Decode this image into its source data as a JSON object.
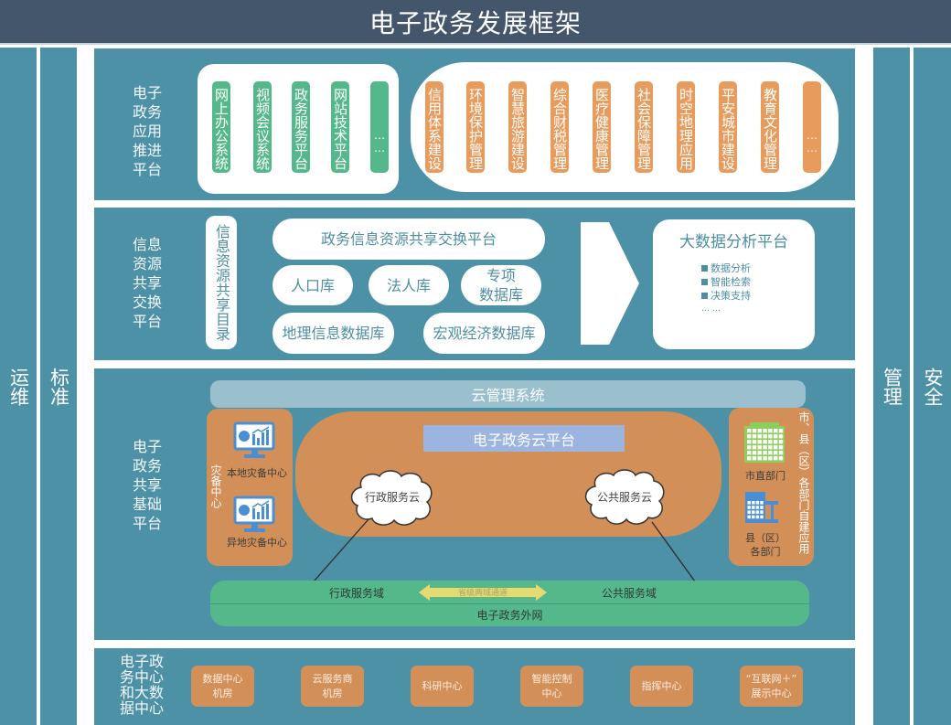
{
  "title": "电子政务发展框架",
  "pillars": {
    "left_outer": "运维",
    "left_inner": "标准",
    "right_inner": "管理",
    "right_outer": "安全"
  },
  "layer_application": {
    "label": "电子政务应用推进平台",
    "label_lines": [
      "电子",
      "政务",
      "应用",
      "推进",
      "平台"
    ],
    "green_items": [
      "网上办公系统",
      "视频会议系统",
      "政务服务平台",
      "网站技术平台",
      "……"
    ],
    "orange_items": [
      "信用体系建设",
      "环境保护管理",
      "智慧旅游建设",
      "综合财税管理",
      "医疗健康管理",
      "社会保障管理",
      "时空地理应用",
      "平安城市建设",
      "教育文化管理",
      "……"
    ]
  },
  "layer_exchange": {
    "label_lines": [
      "信息",
      "资源",
      "共享",
      "交换",
      "平台"
    ],
    "catalog": "信息资源共享目录",
    "platform": "政务信息资源共享交换平台",
    "db_population": "人口库",
    "db_legal": "法人库",
    "db_special_lines": [
      "专项",
      "数据库"
    ],
    "db_geo": "地理信息数据库",
    "db_macro": "宏观经济数据库",
    "bigdata": {
      "title": "大数据分析平台",
      "bullets": [
        "数据分析",
        "智能检索",
        "决策支持"
      ],
      "more": "… …"
    }
  },
  "layer_infra": {
    "label_lines": [
      "电子",
      "政务",
      "共享",
      "基础",
      "平台"
    ],
    "cloud_mgmt": "云管理系统",
    "cloud_platform": "电子政务云平台",
    "disaster": {
      "label": "灾备中心",
      "local": "本地灾备中心",
      "remote": "异地灾备中心"
    },
    "cloud_admin": "行政服务云",
    "cloud_public": "公共服务云",
    "city_county": {
      "side_label": "市、县（区）各部门自建应用",
      "city": "市直部门",
      "county_lines": [
        "县（区）",
        "各部门"
      ]
    },
    "domain_admin": "行政服务域",
    "domain_public": "公共服务域",
    "channel": "省级两域通道",
    "extranet": "电子政务外网"
  },
  "layer_datacenter": {
    "label_lines": [
      "电子政",
      "务中心",
      "和大数",
      "据中心"
    ],
    "items": [
      [
        "数据中心",
        "机房"
      ],
      [
        "云服务商",
        "机房"
      ],
      [
        "科研中心"
      ],
      [
        "智能控制",
        "中心"
      ],
      [
        "指挥中心"
      ],
      [
        "“互联网＋”",
        "展示中心"
      ]
    ]
  },
  "colors": {
    "header": "#44566b",
    "teal": "#4d91a6",
    "green": "#55b88a",
    "orange_light": "#e79c5e",
    "orange": "#d38f58",
    "cloud_mgmt": "#9abfcd",
    "cloud_platform_title": "#9cb4e0",
    "channel": "#e6d970",
    "icon_blue": "#4a8fd4",
    "icon_green": "#8ccf5a"
  }
}
